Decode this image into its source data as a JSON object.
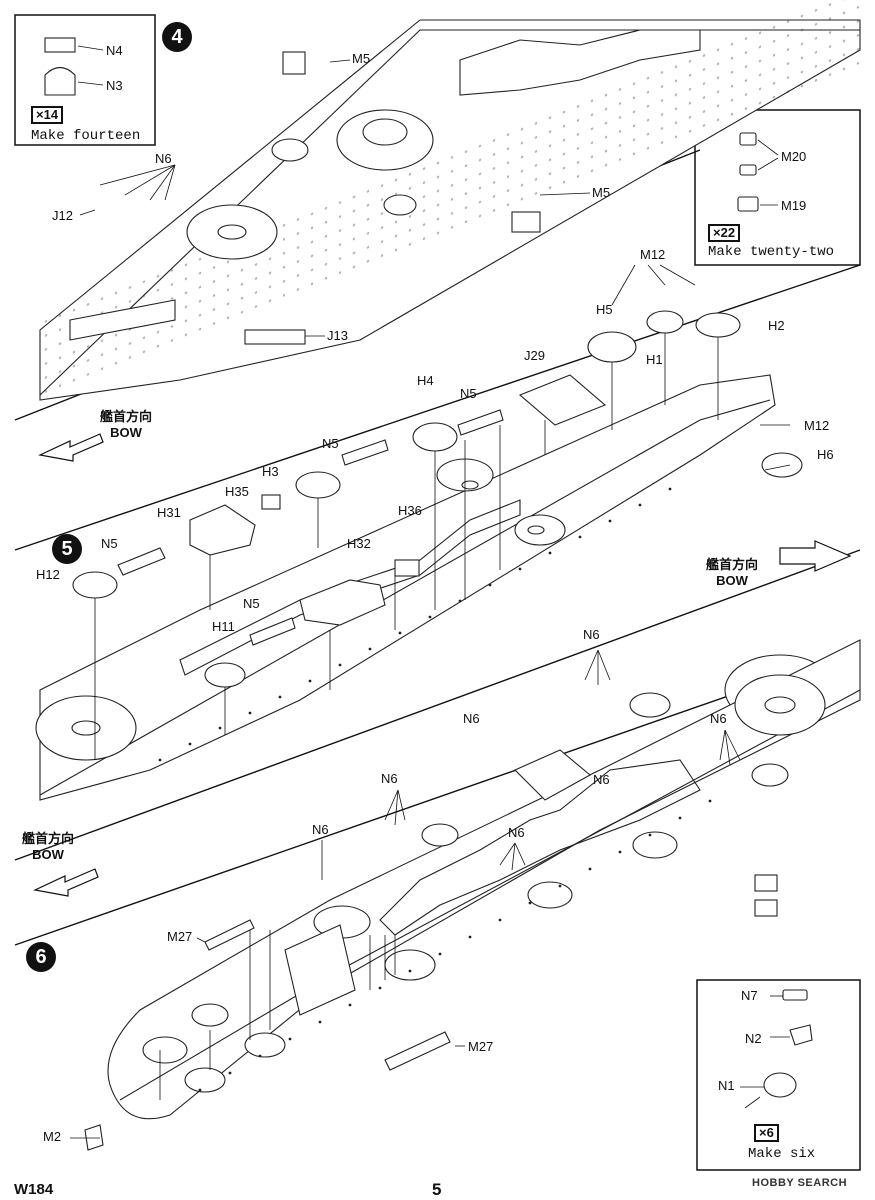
{
  "steps": [
    {
      "number": "4"
    },
    {
      "number": "5"
    },
    {
      "number": "6"
    }
  ],
  "step4": {
    "subassembly_left": {
      "parts": [
        "N4",
        "N3"
      ],
      "multiplier": "×14",
      "note": "Make fourteen"
    },
    "subassembly_right": {
      "parts": [
        "M20",
        "M19"
      ],
      "multiplier": "×22",
      "note": "Make twenty-two"
    },
    "labels": [
      "M5",
      "M5",
      "N6",
      "J12",
      "J13"
    ],
    "bow": {
      "jp": "艦首方向",
      "en": "BOW"
    }
  },
  "step5": {
    "labels": [
      "M12",
      "H5",
      "H1",
      "H2",
      "J29",
      "H4",
      "N5",
      "M12",
      "H6",
      "N5",
      "H3",
      "H35",
      "H31",
      "H36",
      "H32",
      "N5",
      "H12",
      "N5",
      "H11"
    ],
    "bow": {
      "jp": "艦首方向",
      "en": "BOW"
    }
  },
  "step6": {
    "labels": [
      "N6",
      "N6",
      "N6",
      "N6",
      "N6",
      "N6",
      "N6",
      "M27",
      "M27",
      "M2"
    ],
    "bow": {
      "jp": "艦首方向",
      "en": "BOW"
    },
    "subassembly": {
      "parts": [
        "N7",
        "N2",
        "N1"
      ],
      "multiplier": "×6",
      "note": "Make six"
    }
  },
  "footer": {
    "code": "W184",
    "page": "5",
    "brand": "HOBBY SEARCH"
  }
}
